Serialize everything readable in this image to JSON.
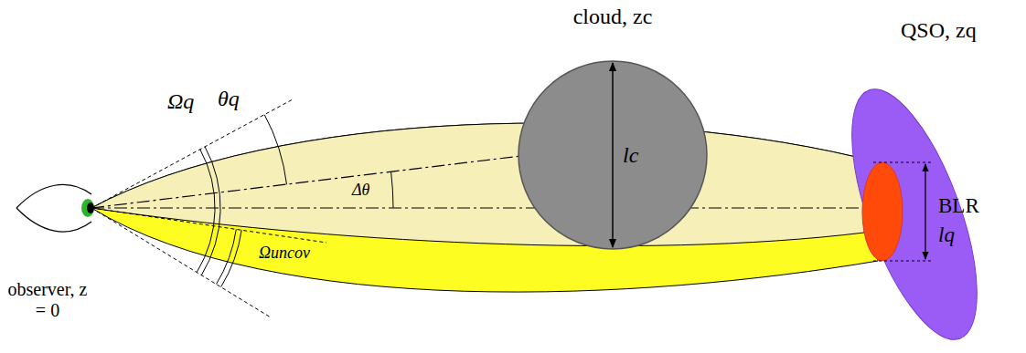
{
  "diagram": {
    "nodes": [
      {
        "text": [
          "cloud, zc",
          "lc"
        ]
      },
      {
        "text": [
          "QSO, zq"
        ]
      },
      {
        "text": [
          "BLR",
          "lq"
        ],
        "in": 1
      }
    ],
    "labels": [
      "Ωq",
      "θq",
      "Δθ",
      "Ωuncov",
      "observer, z = 0"
    ]
  }
}
